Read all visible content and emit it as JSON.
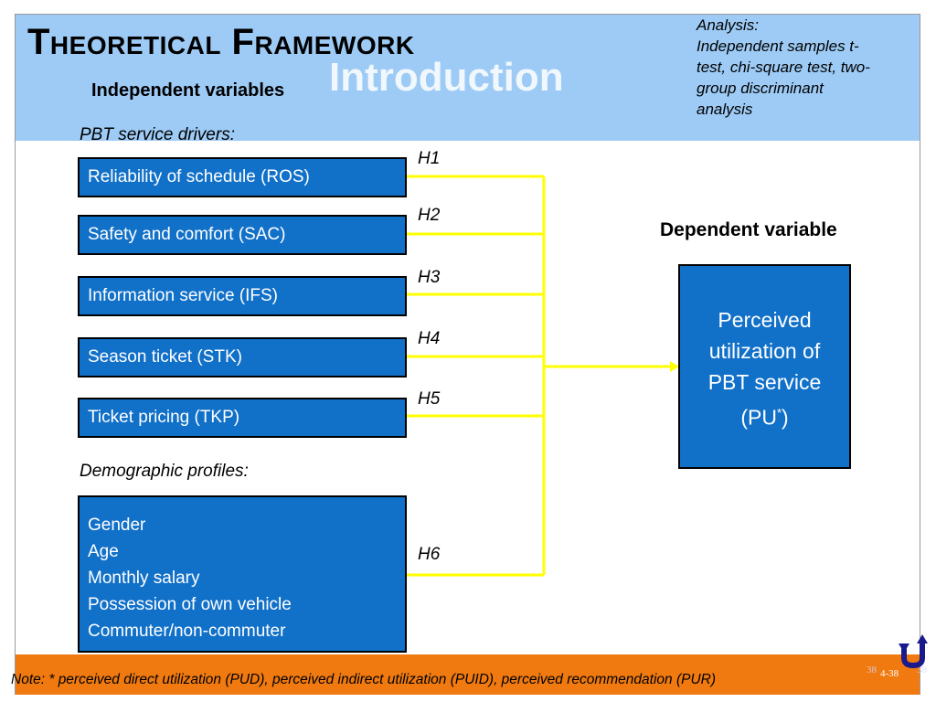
{
  "slide": {
    "title": "Theoretical Framework",
    "ghost_title": "Introduction",
    "independent_heading": "Independent variables",
    "analysis_lines": [
      "Analysis:",
      "Independent samples t-",
      "test, chi-square test, two-",
      "group discriminant",
      "analysis"
    ],
    "pbt_label": "PBT service drivers:",
    "drivers": [
      "Reliability of schedule (ROS)",
      "Safety and comfort (SAC)",
      "Information service (IFS)",
      "Season ticket (STK)",
      "Ticket pricing (TKP)"
    ],
    "hypotheses": [
      "H1",
      "H2",
      "H3",
      "H4",
      "H5",
      "H6"
    ],
    "demographic_label": "Demographic profiles:",
    "demographics": [
      "Gender",
      "Age",
      "Monthly salary",
      "Possession of own vehicle",
      "Commuter/non-commuter"
    ],
    "dependent_heading": "Dependent variable",
    "dependent_lines": [
      "Perceived",
      "utilization of",
      "PBT service"
    ],
    "dependent_abbrev_pre": "(PU",
    "dependent_abbrev_sup": "*",
    "dependent_abbrev_post": ")",
    "note": "Note: * perceived direct utilization (PUD), perceived indirect utilization (PUID), perceived recommendation (PUR)",
    "page_number": "4-38",
    "page_ghost_left": "38",
    "page_ghost_right": "38",
    "return_icon": "u-turn-arrow-icon"
  },
  "colors": {
    "header_band": "#9dcbf5",
    "footer_band": "#f07a10",
    "box_fill": "#1170c8",
    "connector": "#ffff00"
  }
}
